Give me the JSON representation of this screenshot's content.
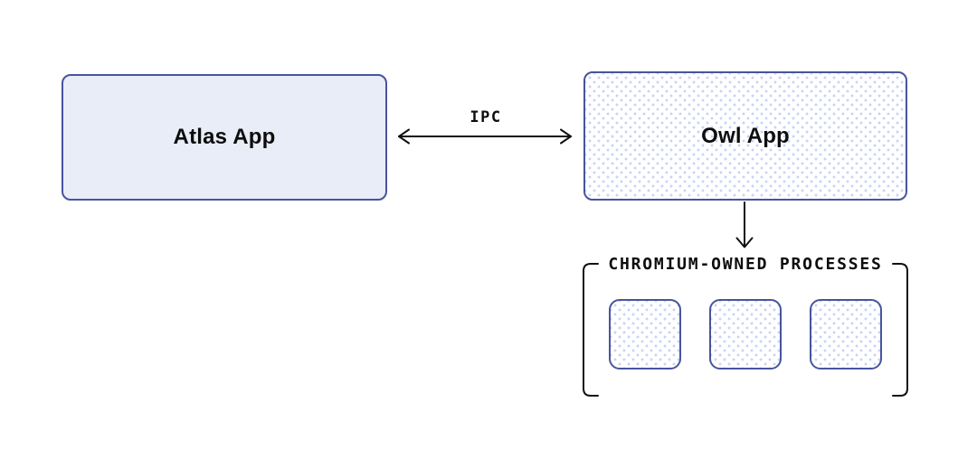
{
  "colors": {
    "canvas-bg": "#ffffff",
    "box-border": "#47549e",
    "box-fill": "#e9edf8",
    "dot": "#c8d3f5",
    "text": "#0d0d0d",
    "line": "#111111"
  },
  "diagram": {
    "atlas": {
      "label": "Atlas App"
    },
    "owl": {
      "label": "Owl App"
    },
    "ipc": {
      "label": "IPC"
    },
    "processes": {
      "label": "CHROMIUM-OWNED PROCESSES",
      "count": 3
    }
  }
}
